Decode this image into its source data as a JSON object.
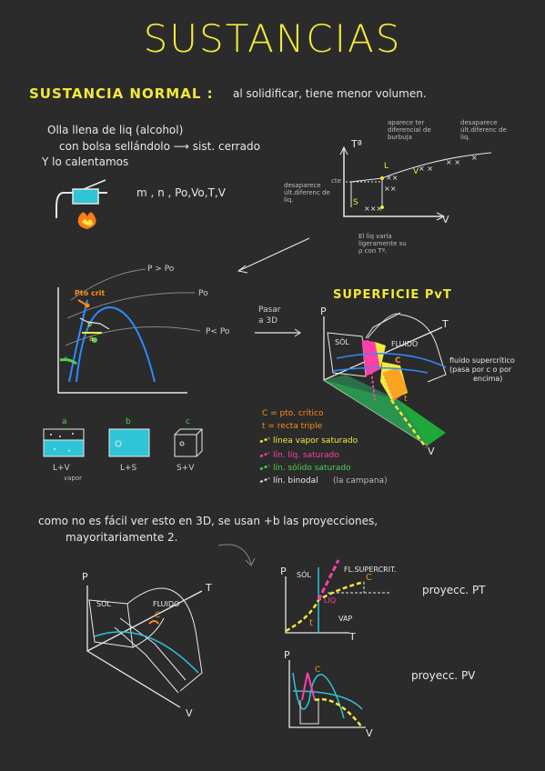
{
  "title": "SUSTANCIAS",
  "normal": {
    "heading": "SUSTANCIA NORMAL :",
    "desc": "al solidificar, tiene menor volumen."
  },
  "intro": {
    "line1": "Olla llena de liq (alcohol)",
    "line2": "con bolsa sellándolo ⟶ sist. cerrado",
    "line3": "Y lo calentamos",
    "vars": "m , n , Po,Vo,T,V"
  },
  "tv": {
    "axis_t": "Tª",
    "axis_v": "V",
    "note_top1": "aparece ter diferencial de burbuja",
    "note_top2": "desaparece últ.diferenc de liq.",
    "note_left": "desaparece últ.diferenc de liq.",
    "note_bottom": "El liq varía ligeramente su ρ con Tª.",
    "lbl_cte": "cte",
    "lbl_s": "S",
    "lbl_l": "L",
    "lbl_v": "V"
  },
  "pv": {
    "lbl_ppo": "P > Po",
    "lbl_po": "Po",
    "lbl_plpo": "P< Po",
    "lbl_ptocrit": "Pto crit",
    "lbl_a": "a",
    "lbl_b": "b",
    "lbl_c": "c"
  },
  "pasar": {
    "line1": "Pasar",
    "line2": "a 3D"
  },
  "superficie": {
    "title": "SUPERFICIE PvT",
    "p": "P",
    "t": "T",
    "v": "V",
    "sol": "SÓL",
    "fluido": "FLUIDO",
    "c": "C",
    "t_small": "t",
    "fluido_note1": "fluido supercrítico",
    "fluido_note2": "(pasa por c o por",
    "fluido_note3": "encima)"
  },
  "states": [
    {
      "tag": "a",
      "label": "L+V",
      "sub": "vapor"
    },
    {
      "tag": "b",
      "label": "L+S",
      "sub": ""
    },
    {
      "tag": "c",
      "label": "S+V",
      "sub": ""
    }
  ],
  "legend": [
    {
      "key": "C = pto. crítico",
      "color": "#ff8c1a"
    },
    {
      "key": "t = recta triple",
      "color": "#ff8c1a"
    },
    {
      "key": "línea vapor saturado",
      "color": "#f2e93a"
    },
    {
      "key": "lín. líq. saturado",
      "color": "#ff3fa8"
    },
    {
      "key": "lín. sólido saturado",
      "color": "#4fd14f"
    },
    {
      "key": "lín. binodal",
      "extra": "(la campana)",
      "color": "#e8e8e8"
    }
  ],
  "como": {
    "line1": "como no es fácil ver esto en 3D, se usan +b las proyecciones,",
    "line2": "mayoritariamente 2."
  },
  "bottom3d": {
    "p": "P",
    "t": "T",
    "v": "V",
    "sol": "SÓL",
    "fluido": "FLUIDO",
    "c": "C"
  },
  "pt": {
    "p": "P",
    "t": "T",
    "sol": "SÓL",
    "liq": "LIQ",
    "vap": "VAP",
    "fl": "FL.SUPERCRIT.",
    "c": "C",
    "tt": "t",
    "label": "proyecc. PT"
  },
  "pvproj": {
    "p": "P",
    "v": "V",
    "c": "C",
    "label": "proyecc. PV"
  }
}
